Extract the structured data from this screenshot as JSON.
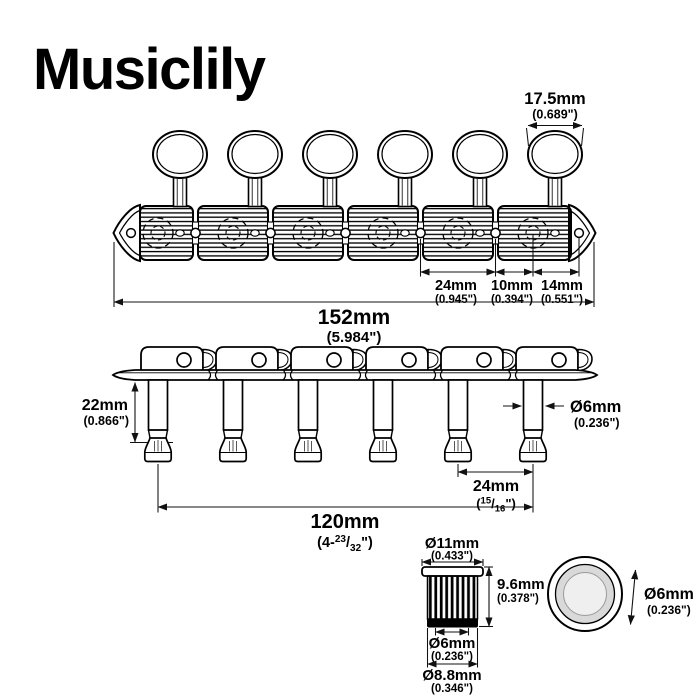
{
  "brand": {
    "logo": "Musiclily"
  },
  "top_view": {
    "dim_button_width": {
      "mm": "17.5mm",
      "inch": "(0.689\")"
    },
    "dim_post_spacing": {
      "mm": "24mm",
      "inch": "(0.945\")"
    },
    "dim_post_offset": {
      "mm": "10mm",
      "inch": "(0.394\")"
    },
    "dim_screw_offset": {
      "mm": "14mm",
      "inch": "(0.551\")"
    },
    "dim_plate_length": {
      "mm": "152mm",
      "inch": "(5.984\")"
    }
  },
  "side_view": {
    "dim_post_height": {
      "mm": "22mm",
      "inch": "(0.866\")"
    },
    "dim_post_diameter": {
      "mm": "Ø6mm",
      "inch": "(0.236\")"
    },
    "dim_post_spacing": {
      "mm": "24mm",
      "inch_pre": "(",
      "inch_sup": "15",
      "inch_slash": "/",
      "inch_sub": "16",
      "inch_post": "\")"
    },
    "dim_posts_span": {
      "mm": "120mm",
      "inch_pre": "(4-",
      "inch_sup": "23",
      "inch_slash": "/",
      "inch_sub": "32",
      "inch_post": "\")"
    }
  },
  "bushing": {
    "dim_flange_diameter": {
      "mm": "Ø11mm",
      "inch": "(0.433\")"
    },
    "dim_height": {
      "mm": "9.6mm",
      "inch": "(0.378\")"
    },
    "dim_inner_diameter": {
      "mm": "Ø6mm",
      "inch": "(0.236\")"
    },
    "dim_outer_diameter": {
      "mm": "Ø8.8mm",
      "inch": "(0.346\")"
    },
    "dim_top_view_hole": {
      "mm": "Ø6mm",
      "inch": "(0.236\")"
    }
  }
}
